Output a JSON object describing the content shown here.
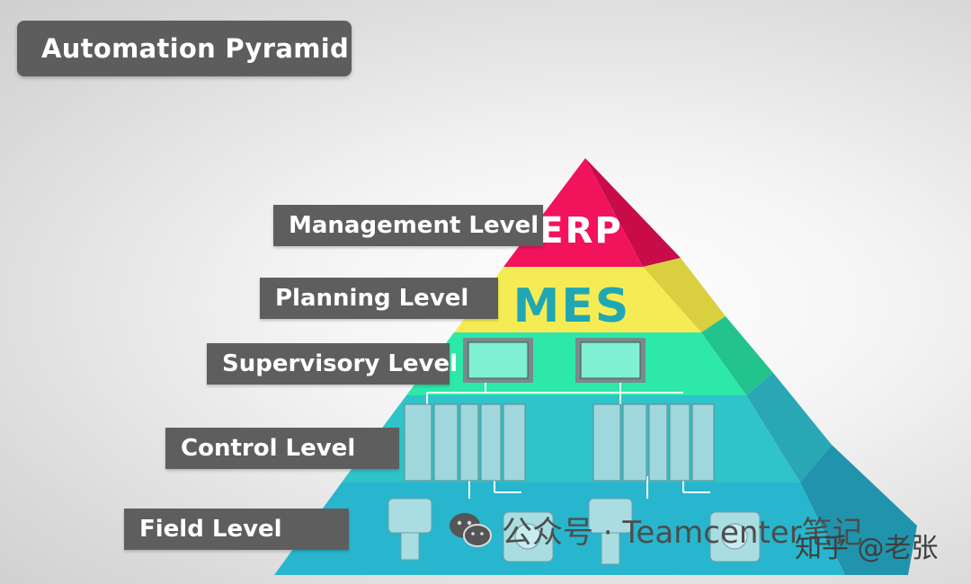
{
  "title": "Automation Pyramid",
  "levels": [
    {
      "label": "Management Level",
      "abbr": "ERP",
      "color": "#f2135d"
    },
    {
      "label": "Planning Level",
      "abbr": "MES",
      "color": "#f5ec55"
    },
    {
      "label": "Supervisory Level",
      "abbr": "",
      "color": "#2de8a9"
    },
    {
      "label": "Control Level",
      "abbr": "",
      "color": "#2ec4c9"
    },
    {
      "label": "Field Level",
      "abbr": "",
      "color": "#26b3c9"
    }
  ],
  "watermark": {
    "wechat": "公众号 · Teamcenter笔记",
    "zhihu": "知乎 @老张"
  }
}
